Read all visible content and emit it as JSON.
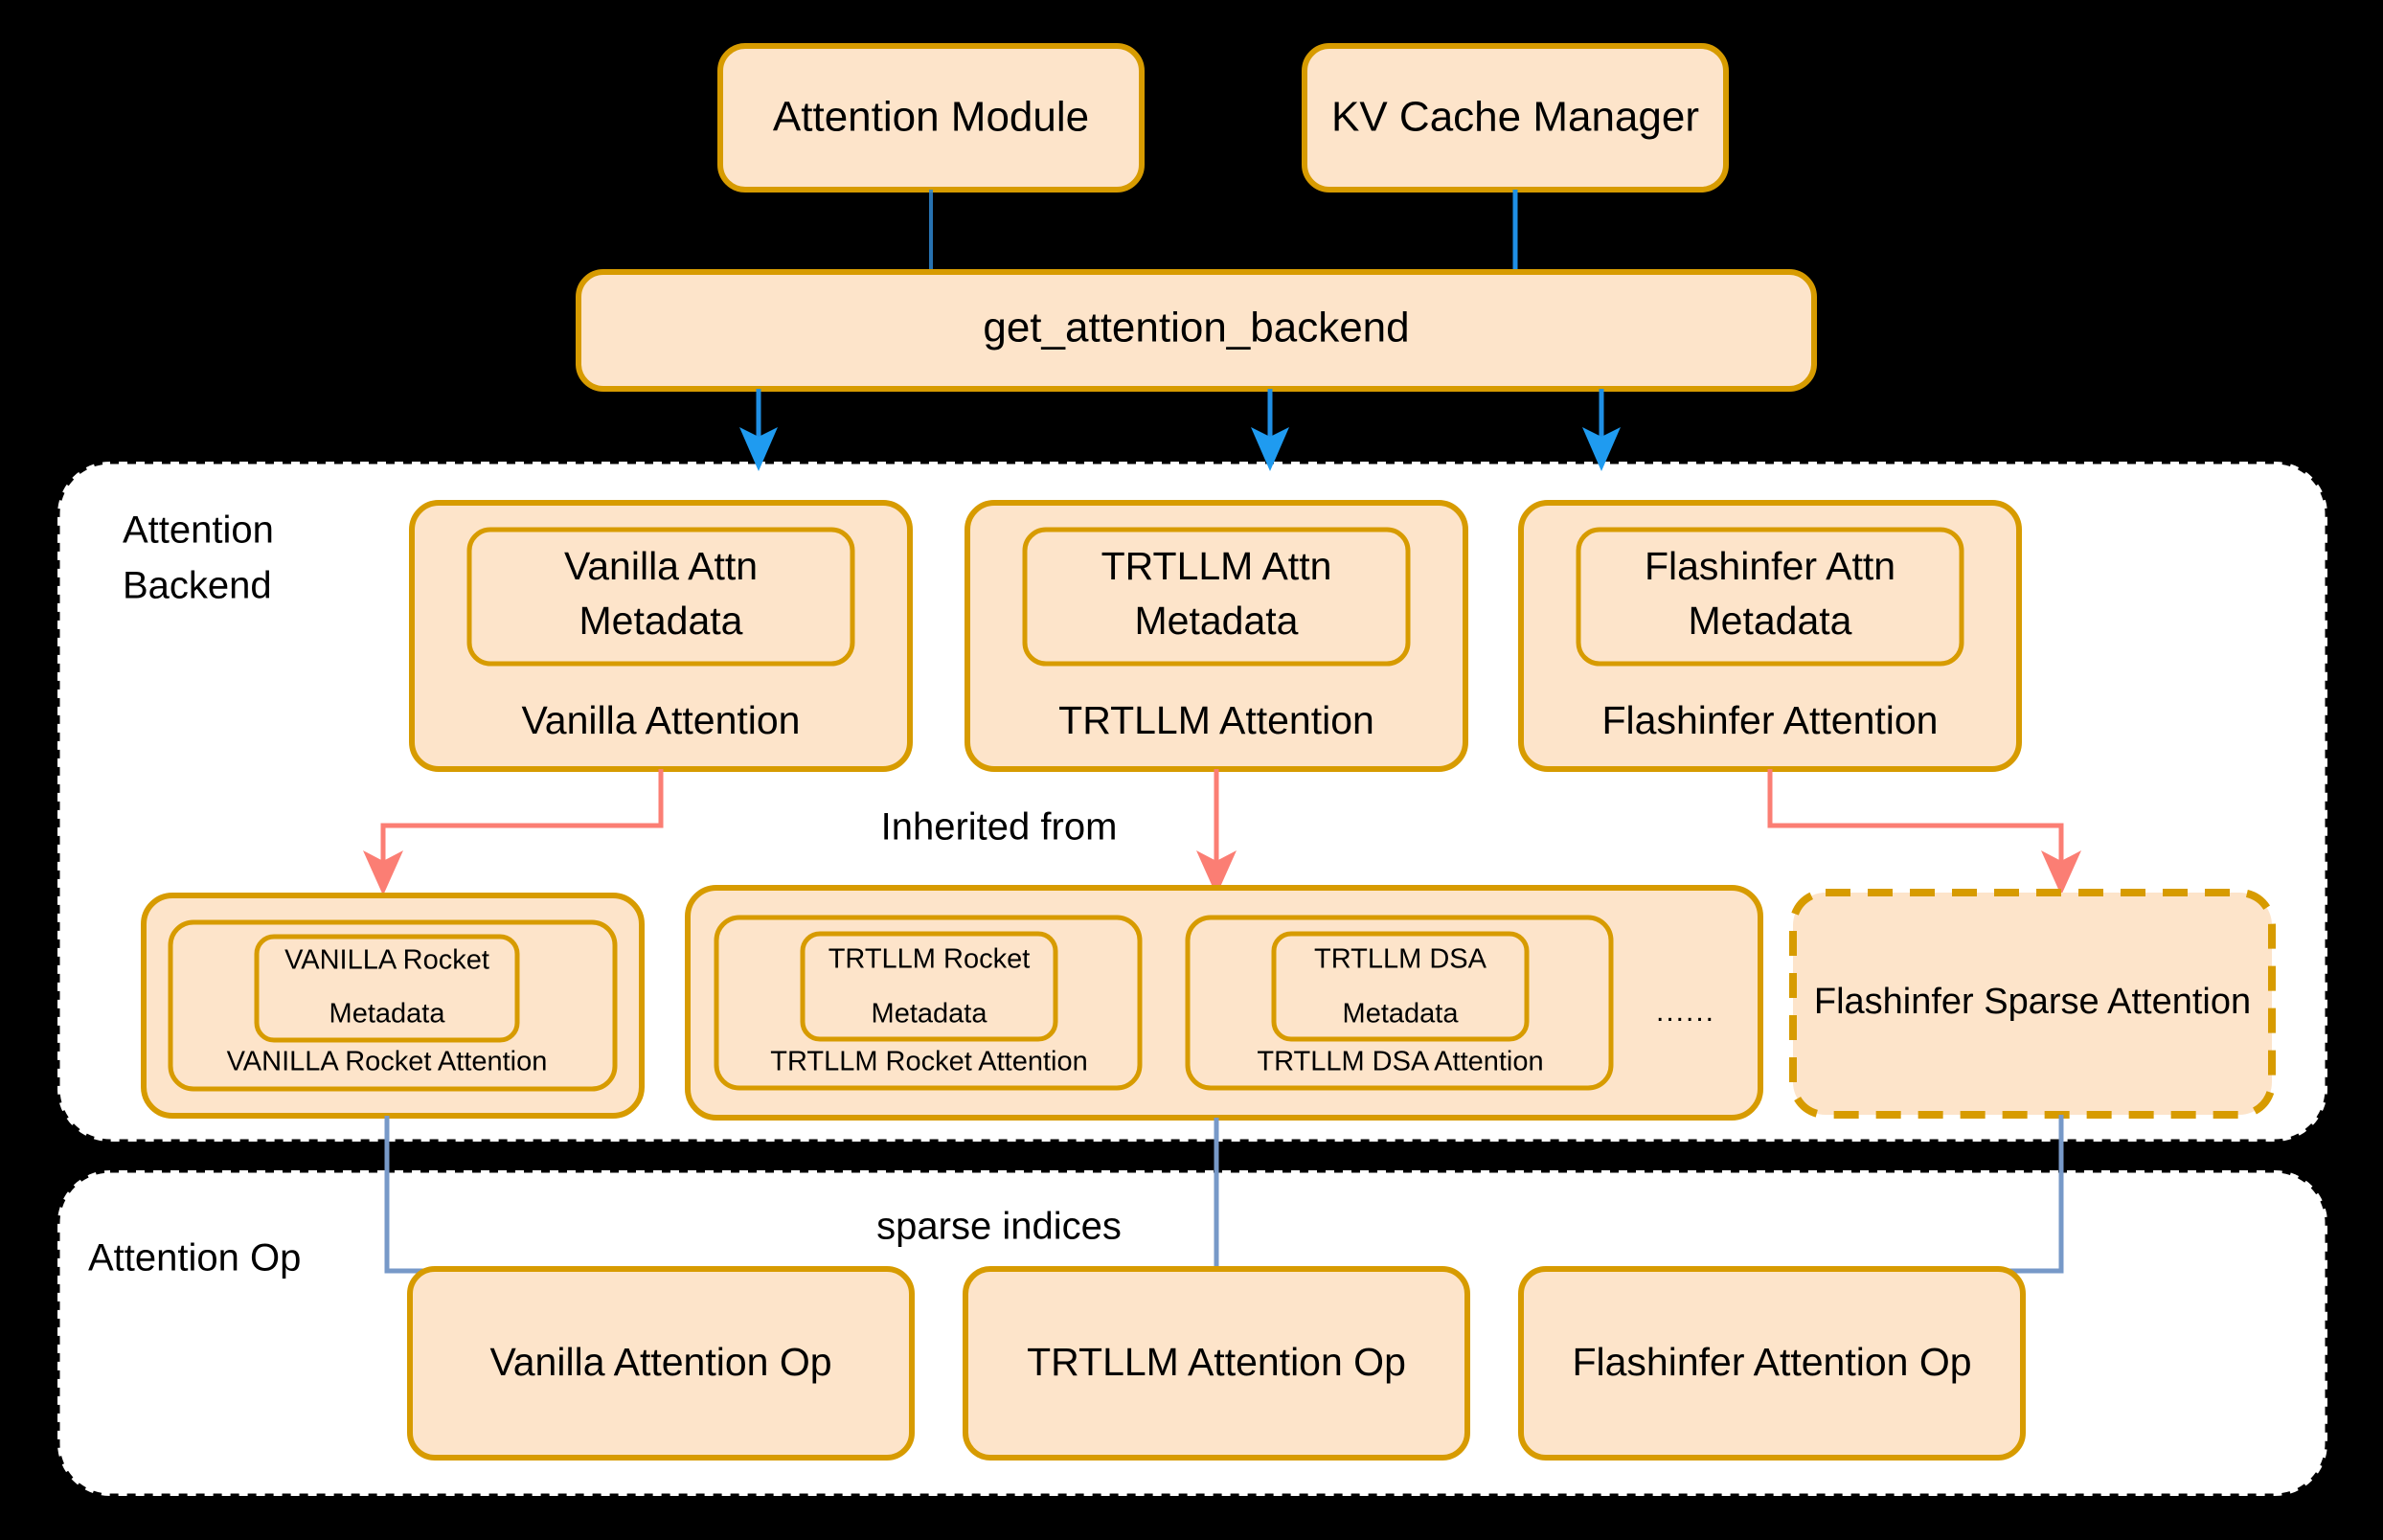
{
  "colors": {
    "node_fill": "#FDE4CA",
    "node_border": "#D79B00",
    "group_fill": "#FFFFFF",
    "group_border": "#000000",
    "background": "#000000",
    "arrow_blue": "#1F9BF0",
    "arrow_red": "#FB7E74",
    "arrow_steel": "#7799C8"
  },
  "top": {
    "attention_module": "Attention Module",
    "kv_cache_manager": "KV Cache Manager",
    "dispatch_fn": "get_attention_backend"
  },
  "backend_group": {
    "label_line1": "Attention",
    "label_line2": "Backend",
    "inherited_label": "Inherited from",
    "backends": [
      {
        "metadata_line1": "Vanilla Attn",
        "metadata_line2": "Metadata",
        "name": "Vanilla Attention"
      },
      {
        "metadata_line1": "TRTLLM Attn",
        "metadata_line2": "Metadata",
        "name": "TRTLLM Attention"
      },
      {
        "metadata_line1": "Flashinfer Attn",
        "metadata_line2": "Metadata",
        "name": "Flashinfer Attention"
      }
    ],
    "sparse_vanilla": {
      "metadata_line1": "VANILLA Rocket",
      "metadata_line2": "Metadata",
      "name": "VANILLA Rocket Attention"
    },
    "sparse_trtllm": {
      "items": [
        {
          "metadata_line1": "TRTLLM Rocket",
          "metadata_line2": "Metadata",
          "name": "TRTLLM Rocket Attention"
        },
        {
          "metadata_line1": "TRTLLM DSA",
          "metadata_line2": "Metadata",
          "name": "TRTLLM DSA Attention"
        }
      ],
      "ellipsis": "......"
    },
    "sparse_flashinfer": {
      "name": "Flashinfer Sparse Attention"
    }
  },
  "op_group": {
    "label": "Attention Op",
    "sparse_indices_label": "sparse indices",
    "ops": [
      {
        "name": "Vanilla Attention Op"
      },
      {
        "name": "TRTLLM Attention Op"
      },
      {
        "name": "Flashinfer Attention Op"
      }
    ]
  }
}
